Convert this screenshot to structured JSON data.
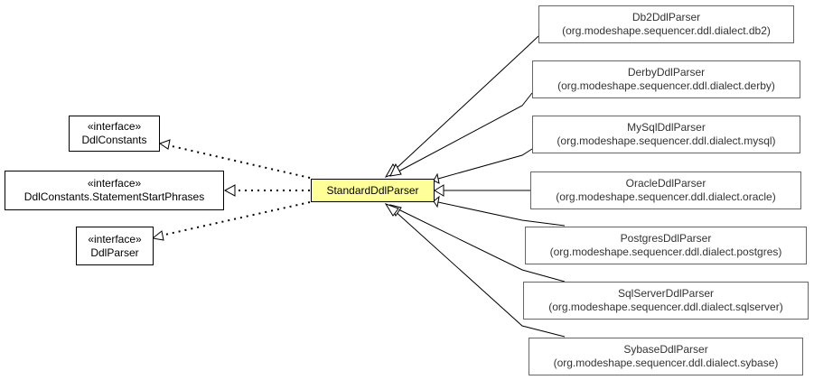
{
  "interfaces": [
    {
      "id": "ddl-constants",
      "stereotype": "«interface»",
      "name": "DdlConstants"
    },
    {
      "id": "statement-start-phrases",
      "stereotype": "«interface»",
      "name": "DdlConstants.StatementStartPhrases"
    },
    {
      "id": "ddl-parser",
      "stereotype": "«interface»",
      "name": "DdlParser"
    }
  ],
  "main_class": {
    "name": "StandardDdlParser",
    "fill_color": "#ffff99"
  },
  "subclasses": [
    {
      "name": "Db2DdlParser",
      "package": "(org.modeshape.sequencer.ddl.dialect.db2)"
    },
    {
      "name": "DerbyDdlParser",
      "package": "(org.modeshape.sequencer.ddl.dialect.derby)"
    },
    {
      "name": "MySqlDdlParser",
      "package": "(org.modeshape.sequencer.ddl.dialect.mysql)"
    },
    {
      "name": "OracleDdlParser",
      "package": "(org.modeshape.sequencer.ddl.dialect.oracle)"
    },
    {
      "name": "PostgresDdlParser",
      "package": "(org.modeshape.sequencer.ddl.dialect.postgres)"
    },
    {
      "name": "SqlServerDdlParser",
      "package": "(org.modeshape.sequencer.ddl.dialect.sqlserver)"
    },
    {
      "name": "SybaseDdlParser",
      "package": "(org.modeshape.sequencer.ddl.dialect.sybase)"
    }
  ]
}
